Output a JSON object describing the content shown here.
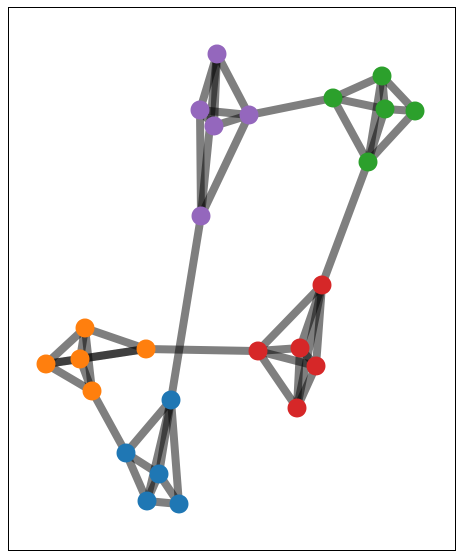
{
  "graph": {
    "clusters": [
      {
        "name": "purple",
        "color": "#9467bd",
        "nodes": [
          "p1",
          "p2",
          "p3",
          "p4",
          "p5"
        ]
      },
      {
        "name": "green",
        "color": "#2ca02c",
        "nodes": [
          "g1",
          "g2",
          "g3",
          "g4",
          "g5"
        ]
      },
      {
        "name": "red",
        "color": "#d62728",
        "nodes": [
          "r1",
          "r2",
          "r3",
          "r4",
          "r5"
        ]
      },
      {
        "name": "orange",
        "color": "#ff7f0e",
        "nodes": [
          "o1",
          "o2",
          "o3",
          "o4",
          "o5"
        ]
      },
      {
        "name": "blue",
        "color": "#1f77b4",
        "nodes": [
          "b1",
          "b2",
          "b3",
          "b4",
          "b5"
        ]
      }
    ],
    "edges": [
      [
        "p1",
        "p2"
      ],
      [
        "p1",
        "p3"
      ],
      [
        "p1",
        "p4"
      ],
      [
        "p1",
        "p5"
      ],
      [
        "p2",
        "p3"
      ],
      [
        "p2",
        "p4"
      ],
      [
        "p2",
        "p5"
      ],
      [
        "p3",
        "p4"
      ],
      [
        "p4",
        "p5"
      ],
      [
        "g1",
        "g2"
      ],
      [
        "g1",
        "g3"
      ],
      [
        "g1",
        "g5"
      ],
      [
        "g2",
        "g3"
      ],
      [
        "g2",
        "g4"
      ],
      [
        "g2",
        "g5"
      ],
      [
        "g3",
        "g4"
      ],
      [
        "g3",
        "g5"
      ],
      [
        "g4",
        "g5"
      ],
      [
        "r2",
        "r3"
      ],
      [
        "r2",
        "r4"
      ],
      [
        "r2",
        "r5"
      ],
      [
        "r2",
        "r1"
      ],
      [
        "r3",
        "r4"
      ],
      [
        "r3",
        "r5"
      ],
      [
        "r3",
        "r1"
      ],
      [
        "r4",
        "r5"
      ],
      [
        "r4",
        "r1"
      ],
      [
        "r5",
        "r1"
      ],
      [
        "o1",
        "o2"
      ],
      [
        "o1",
        "o3"
      ],
      [
        "o1",
        "o4"
      ],
      [
        "o1",
        "o5"
      ],
      [
        "o2",
        "o3"
      ],
      [
        "o2",
        "o4"
      ],
      [
        "o2",
        "o5"
      ],
      [
        "o3",
        "o5"
      ],
      [
        "o4",
        "o5"
      ],
      [
        "b1",
        "b2"
      ],
      [
        "b1",
        "b3"
      ],
      [
        "b1",
        "b4"
      ],
      [
        "b1",
        "b5"
      ],
      [
        "b2",
        "b3"
      ],
      [
        "b2",
        "b4"
      ],
      [
        "b3",
        "b4"
      ],
      [
        "b3",
        "b5"
      ],
      [
        "b4",
        "b5"
      ],
      [
        "p4",
        "g1"
      ],
      [
        "p5",
        "b1"
      ],
      [
        "g5",
        "r1"
      ],
      [
        "o4",
        "r2"
      ],
      [
        "o3",
        "b2"
      ]
    ],
    "styles": {
      "edge_color": "#000000",
      "edge_opacity": 0.5,
      "frame_color": "#000000",
      "background": "#ffffff"
    }
  }
}
